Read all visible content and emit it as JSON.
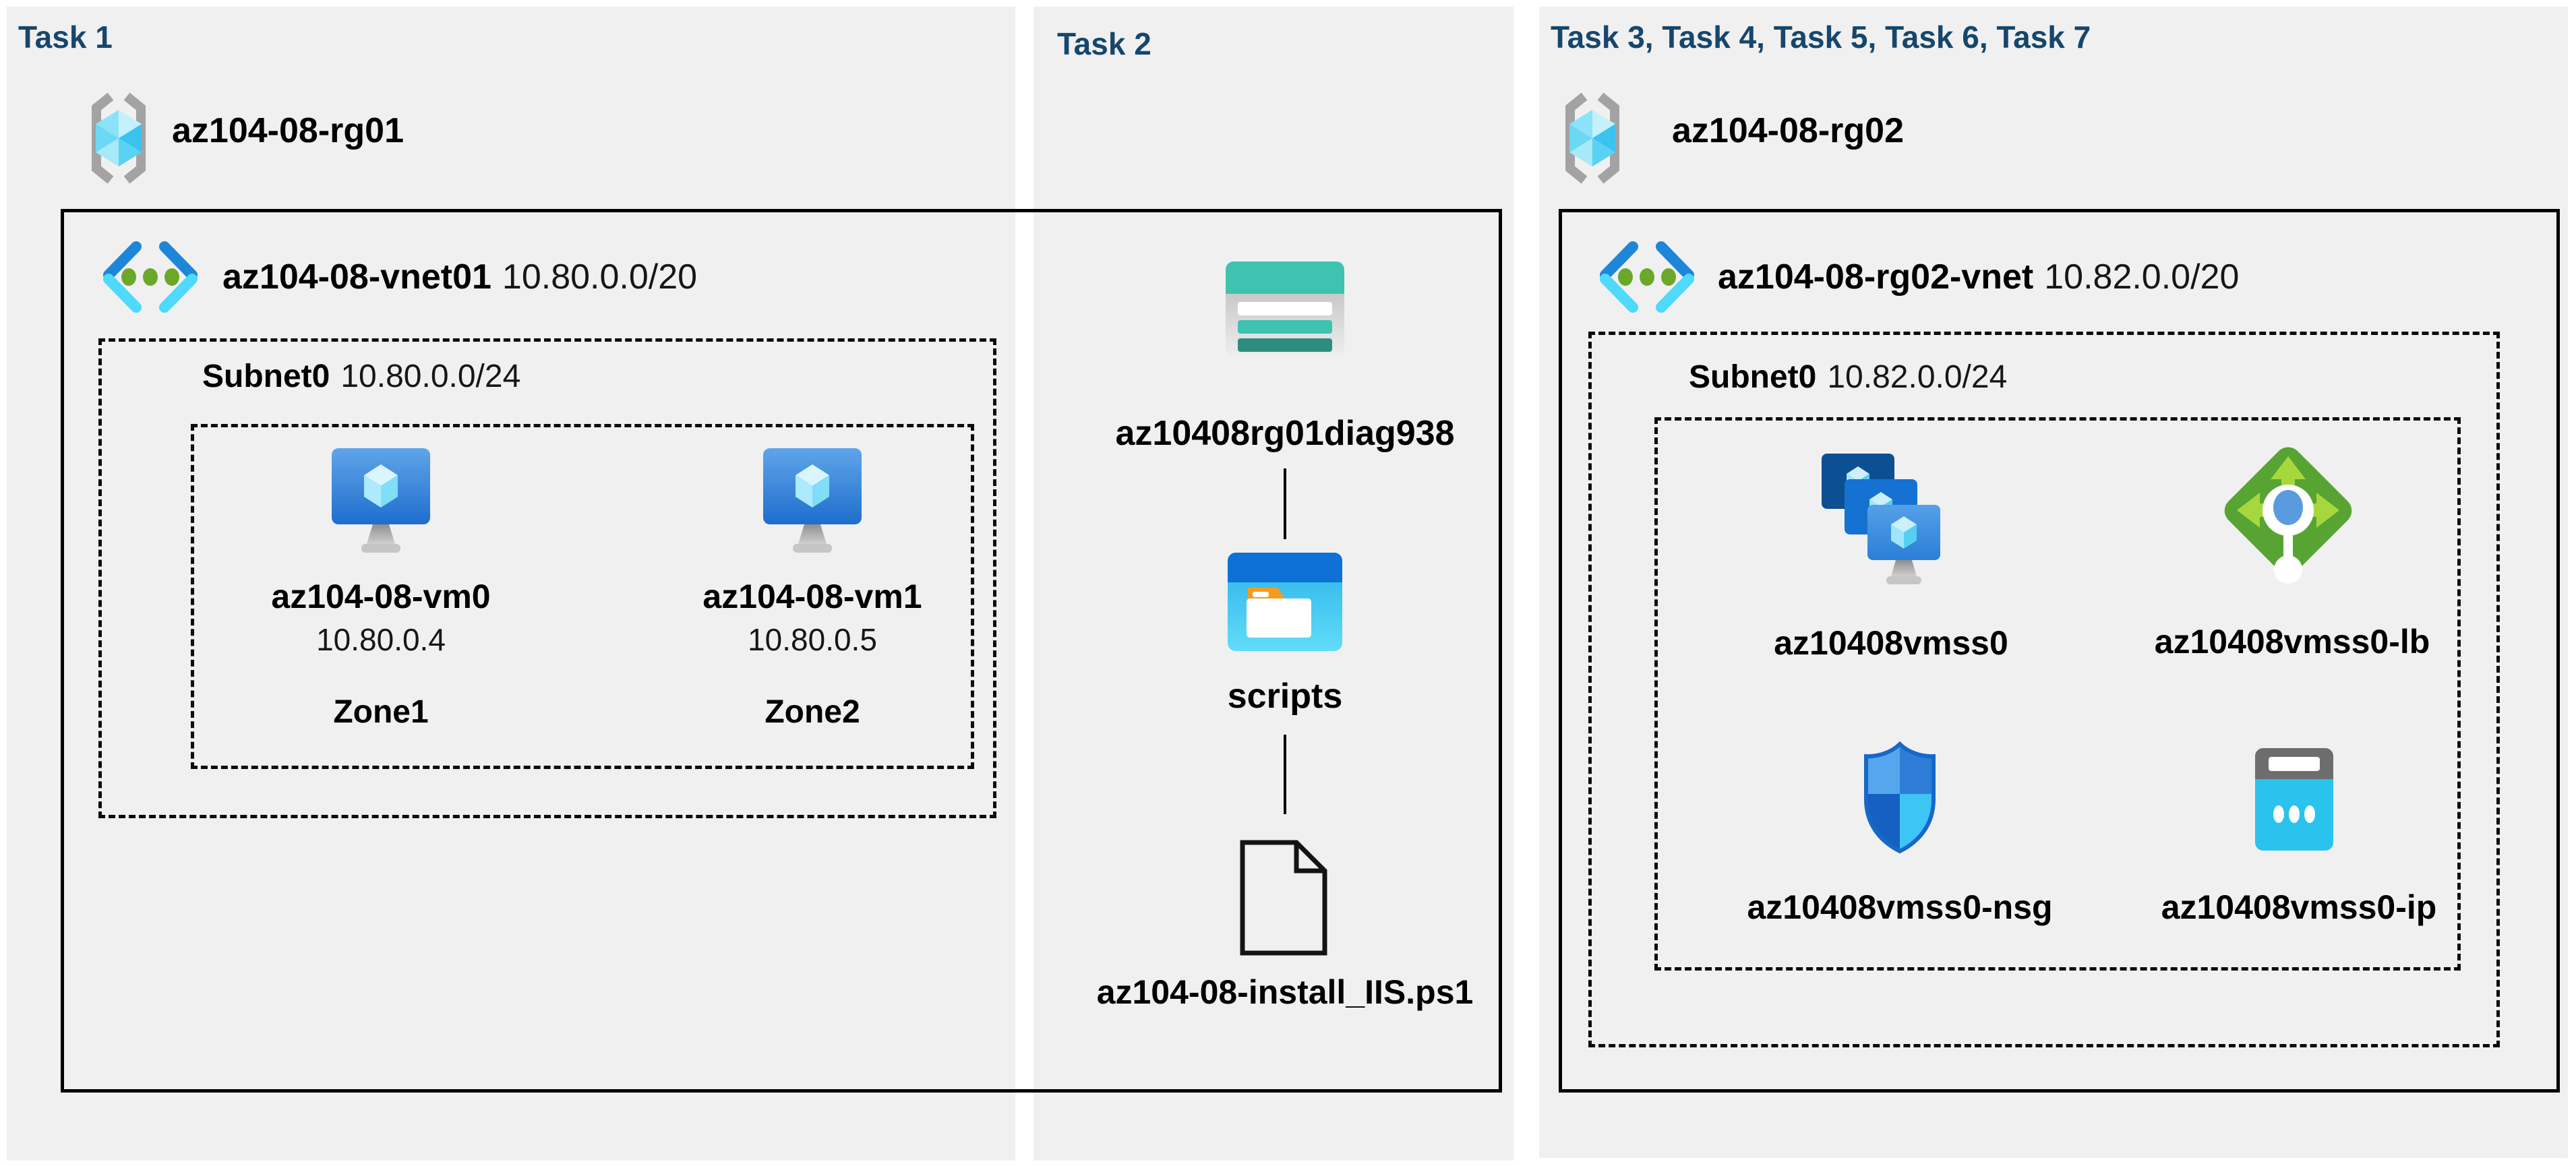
{
  "colors": {
    "title_navy": "#17466b",
    "panel_bg": "#f0f0f1",
    "storage_teal": "#3ec3b1",
    "vnet_blue": "#1e86d9",
    "lb_green": "#57a433"
  },
  "icons": [
    "resource-group-icon",
    "virtual-network-icon",
    "virtual-machine-icon",
    "storage-account-icon",
    "blob-container-icon",
    "file-icon",
    "vm-scale-set-icon",
    "load-balancer-icon",
    "nsg-shield-icon",
    "public-ip-icon"
  ],
  "task1": {
    "title": "Task 1",
    "resource_group": {
      "name": "az104-08-rg01"
    },
    "vnet": {
      "name": "az104-08-vnet01",
      "cidr": "10.80.0.0/20"
    },
    "subnet": {
      "name": "Subnet0",
      "cidr": "10.80.0.0/24"
    },
    "vms": [
      {
        "name": "az104-08-vm0",
        "ip": "10.80.0.4",
        "zone": "Zone1"
      },
      {
        "name": "az104-08-vm1",
        "ip": "10.80.0.5",
        "zone": "Zone2"
      }
    ]
  },
  "task2": {
    "title": "Task 2",
    "storage_account": {
      "name": "az10408rg01diag938"
    },
    "container": {
      "name": "scripts"
    },
    "file": {
      "name": "az104-08-install_IIS.ps1"
    }
  },
  "task3": {
    "title": "Task 3, Task 4, Task 5, Task 6, Task 7",
    "resource_group": {
      "name": "az104-08-rg02"
    },
    "vnet": {
      "name": "az104-08-rg02-vnet",
      "cidr": "10.82.0.0/20"
    },
    "subnet": {
      "name": "Subnet0",
      "cidr": "10.82.0.0/24"
    },
    "resources": {
      "vmss": {
        "name": "az10408vmss0"
      },
      "lb": {
        "name": "az10408vmss0-lb"
      },
      "nsg": {
        "name": "az10408vmss0-nsg"
      },
      "ip": {
        "name": "az10408vmss0-ip"
      }
    }
  }
}
